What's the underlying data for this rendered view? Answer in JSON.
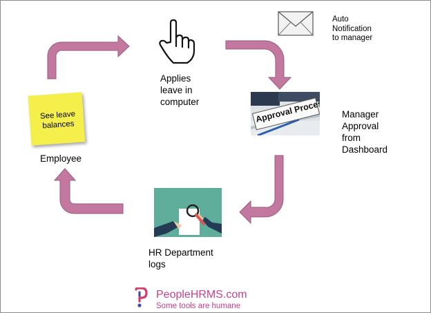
{
  "nodes": {
    "applies": "Applies\nleave in\ncomputer",
    "auto_notification": "Auto\nNotification\nto manager",
    "manager": "Manager\nApproval\nfrom\nDashboard",
    "hr": "HR Department\nlogs",
    "employee": "Employee",
    "sticky": "See leave\nbalances",
    "approval_sign": "Approval Process"
  },
  "brand": {
    "name": "PeopleHRMS.com",
    "tagline": "Some tools are humane"
  },
  "colors": {
    "arrow": "#c2789f",
    "arrow_stroke": "#9a5a7d",
    "sticky": "#f4ef4a",
    "hr_bg": "#5fae9b",
    "brand": "#c6408a"
  },
  "icons": {
    "applies": "pointing-hand-icon",
    "notification": "envelope-icon",
    "manager": "approval-process-image",
    "hr": "document-magnifier-image",
    "brand": "peoplehrms-logo"
  }
}
